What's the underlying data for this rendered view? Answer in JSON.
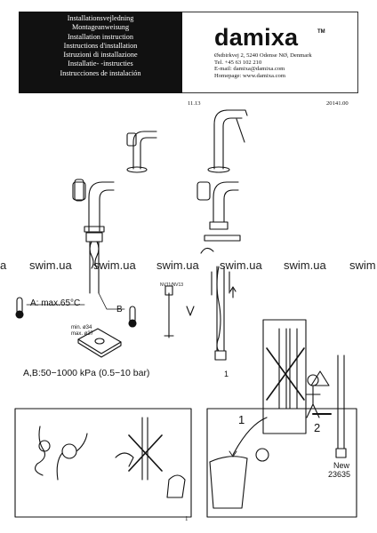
{
  "header": {
    "titles": [
      "Installationsvejledning",
      "Montageanweisung",
      "Installation instruction",
      "Instructions d'installation",
      "Istruzioni di installazione",
      "Installatie- -instructies",
      "Instrucciones de instalación"
    ],
    "brand": "damixa",
    "trademark": "TM",
    "address_lines": [
      "Østbirkvej 2, 5240 Odense NØ, Denmark",
      "Tel. +45 63 102 210",
      "E-mail: damixa@damixa.com",
      "Homepage: www.damixa.com"
    ],
    "version": "11.13",
    "doc_number": "20141.00"
  },
  "watermark": [
    "a",
    "swim.ua",
    "swim.ua",
    "swim.ua",
    "swim.ua",
    "swim.ua",
    "swim"
  ],
  "figures": {
    "temperature_label": "A:  max.65°C",
    "label_b": "B",
    "min_label": "min. ø34",
    "max_label": "max. ø37",
    "pressure": "A,B:50−1000  kPa  (0.5−10  bar)",
    "tool_label": "NV11/NV13",
    "step_one_small": "1",
    "step_one": "1",
    "step_two": "2",
    "new_label": "New",
    "part_number": "23635"
  },
  "footer": {
    "page": "1"
  }
}
